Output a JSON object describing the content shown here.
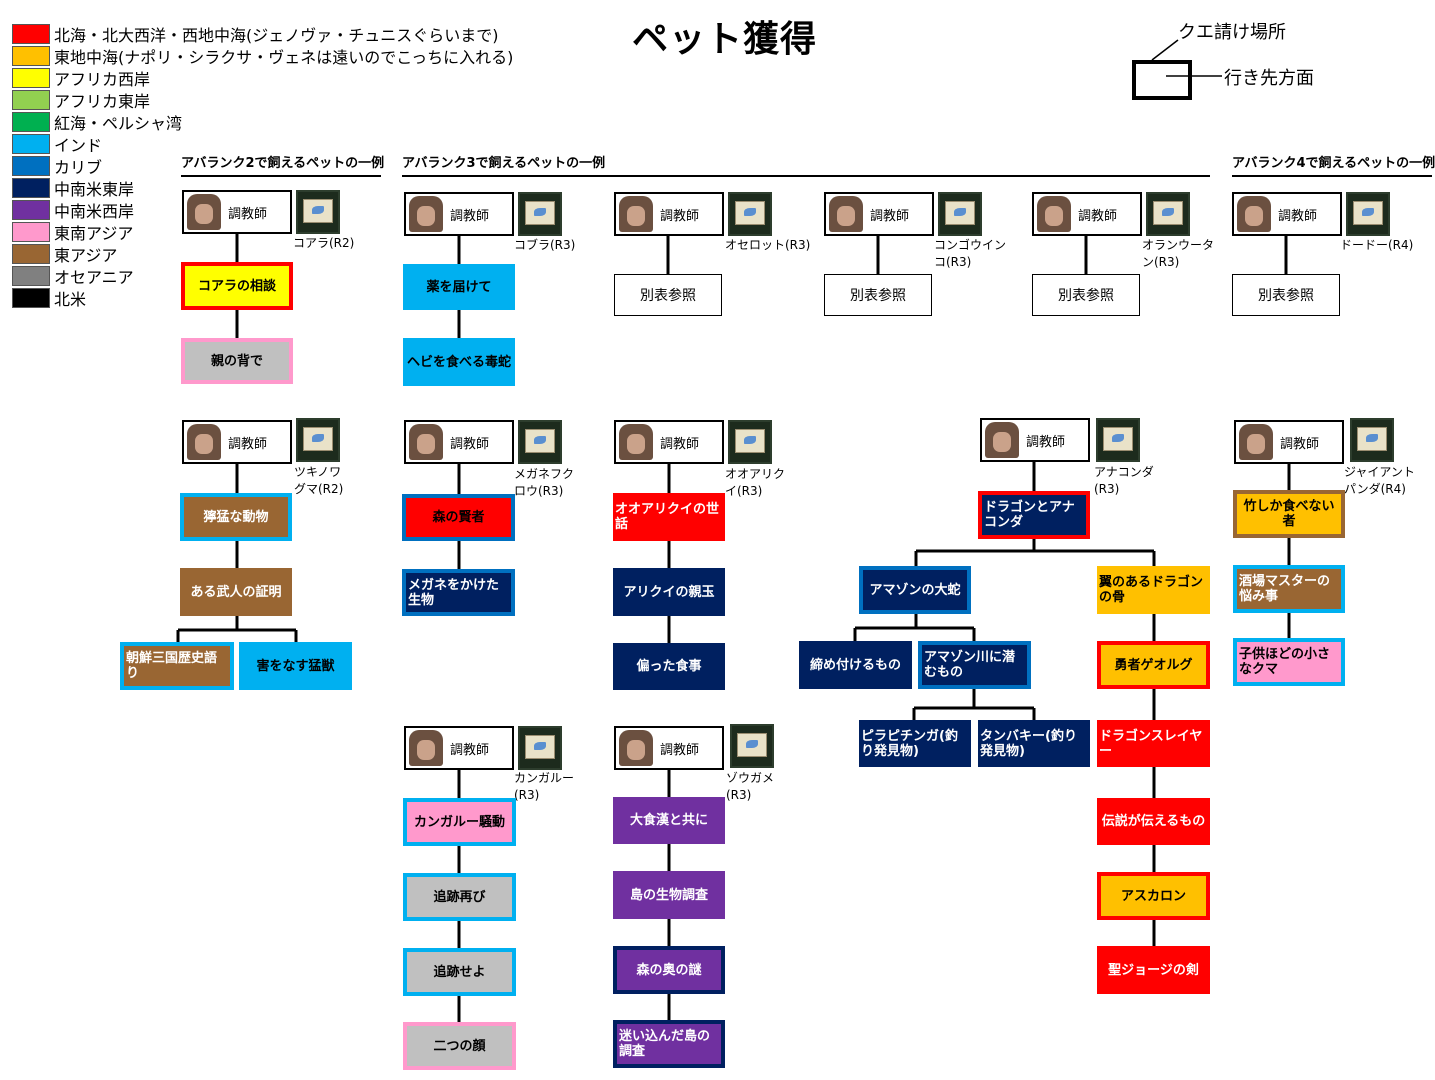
{
  "title": "ペット獲得",
  "legend": [
    {
      "color": "#ff0000",
      "label": "北海・北大西洋・西地中海(ジェノヴァ・チュニスぐらいまで)"
    },
    {
      "color": "#ffc000",
      "label": "東地中海(ナポリ・シラクサ・ヴェネは遠いのでこっちに入れる)"
    },
    {
      "color": "#ffff00",
      "label": "アフリカ西岸"
    },
    {
      "color": "#92d050",
      "label": "アフリカ東岸"
    },
    {
      "color": "#00b050",
      "label": "紅海・ペルシャ湾"
    },
    {
      "color": "#00b0f0",
      "label": "インド"
    },
    {
      "color": "#0070c0",
      "label": "カリブ"
    },
    {
      "color": "#002060",
      "label": "中南米東岸"
    },
    {
      "color": "#7030a0",
      "label": "中南米西岸"
    },
    {
      "color": "#ff99cc",
      "label": "東南アジア"
    },
    {
      "color": "#996633",
      "label": "東アジア"
    },
    {
      "color": "#808080",
      "label": "オセアニア"
    },
    {
      "color": "#000000",
      "label": "北米"
    }
  ],
  "key": {
    "quest_source": "クエ請け場所",
    "destination": "行き先方面"
  },
  "ranks": {
    "r2": "アバランク2で飼えるペットの一例",
    "r3": "アバランク3で飼えるペットの一例",
    "r4": "アバランク4で飼えるペットの一例"
  },
  "trainer_label": "調教師",
  "see_table": "別表参照",
  "pets": {
    "koala": "コアラ(R2)",
    "cobra": "コブラ(R3)",
    "ocelot": "オセロット(R3)",
    "kongo": "コンゴウインコ(R3)",
    "orangutan": "オランウータン(R3)",
    "dodo": "ドードー(R4)",
    "tsukinowa": "ツキノワグマ(R2)",
    "megane": "メガネフクロウ(R3)",
    "ooarikui": "オオアリクイ(R3)",
    "anaconda": "アナコンダ(R3)",
    "panda": "ジャイアントパンダ(R4)",
    "kangaroo": "カンガルー(R3)",
    "zougame": "ゾウガメ(R3)"
  },
  "quests": {
    "koala_1": "コアラの相談",
    "koala_2": "親の背で",
    "cobra_1": "薬を届けて",
    "cobra_2": "ヘビを食べる毒蛇",
    "bear_1": "獰猛な動物",
    "bear_2": "ある武人の証明",
    "bear_3": "朝鮮三国歴史語り",
    "bear_4": "害をなす猛獣",
    "owl_1": "森の賢者",
    "owl_2": "メガネをかけた生物",
    "ant_1": "オオアリクイの世話",
    "ant_2": "アリクイの親玉",
    "ant_3": "偏った食事",
    "ana_1": "ドラゴンとアナコンダ",
    "ana_2": "アマゾンの大蛇",
    "ana_3": "翼のあるドラゴンの骨",
    "ana_4": "締め付けるもの",
    "ana_5": "アマゾン川に潜むもの",
    "ana_6": "ピラピチンガ(釣り発見物)",
    "ana_7": "タンバキー(釣り発見物)",
    "ana_8": "勇者ゲオルグ",
    "ana_9": "ドラゴンスレイヤー",
    "ana_10": "伝説が伝えるもの",
    "ana_11": "アスカロン",
    "ana_12": "聖ジョージの剣",
    "panda_1": "竹しか食べない者",
    "panda_2": "酒場マスターの悩み事",
    "panda_3": "子供ほどの小さなクマ",
    "kang_1": "カンガルー騒動",
    "kang_2": "追跡再び",
    "kang_3": "追跡せよ",
    "kang_4": "二つの顔",
    "turt_1": "大食漢と共に",
    "turt_2": "島の生物調査",
    "turt_3": "森の奥の謎",
    "turt_4": "迷い込んだ島の調査"
  }
}
